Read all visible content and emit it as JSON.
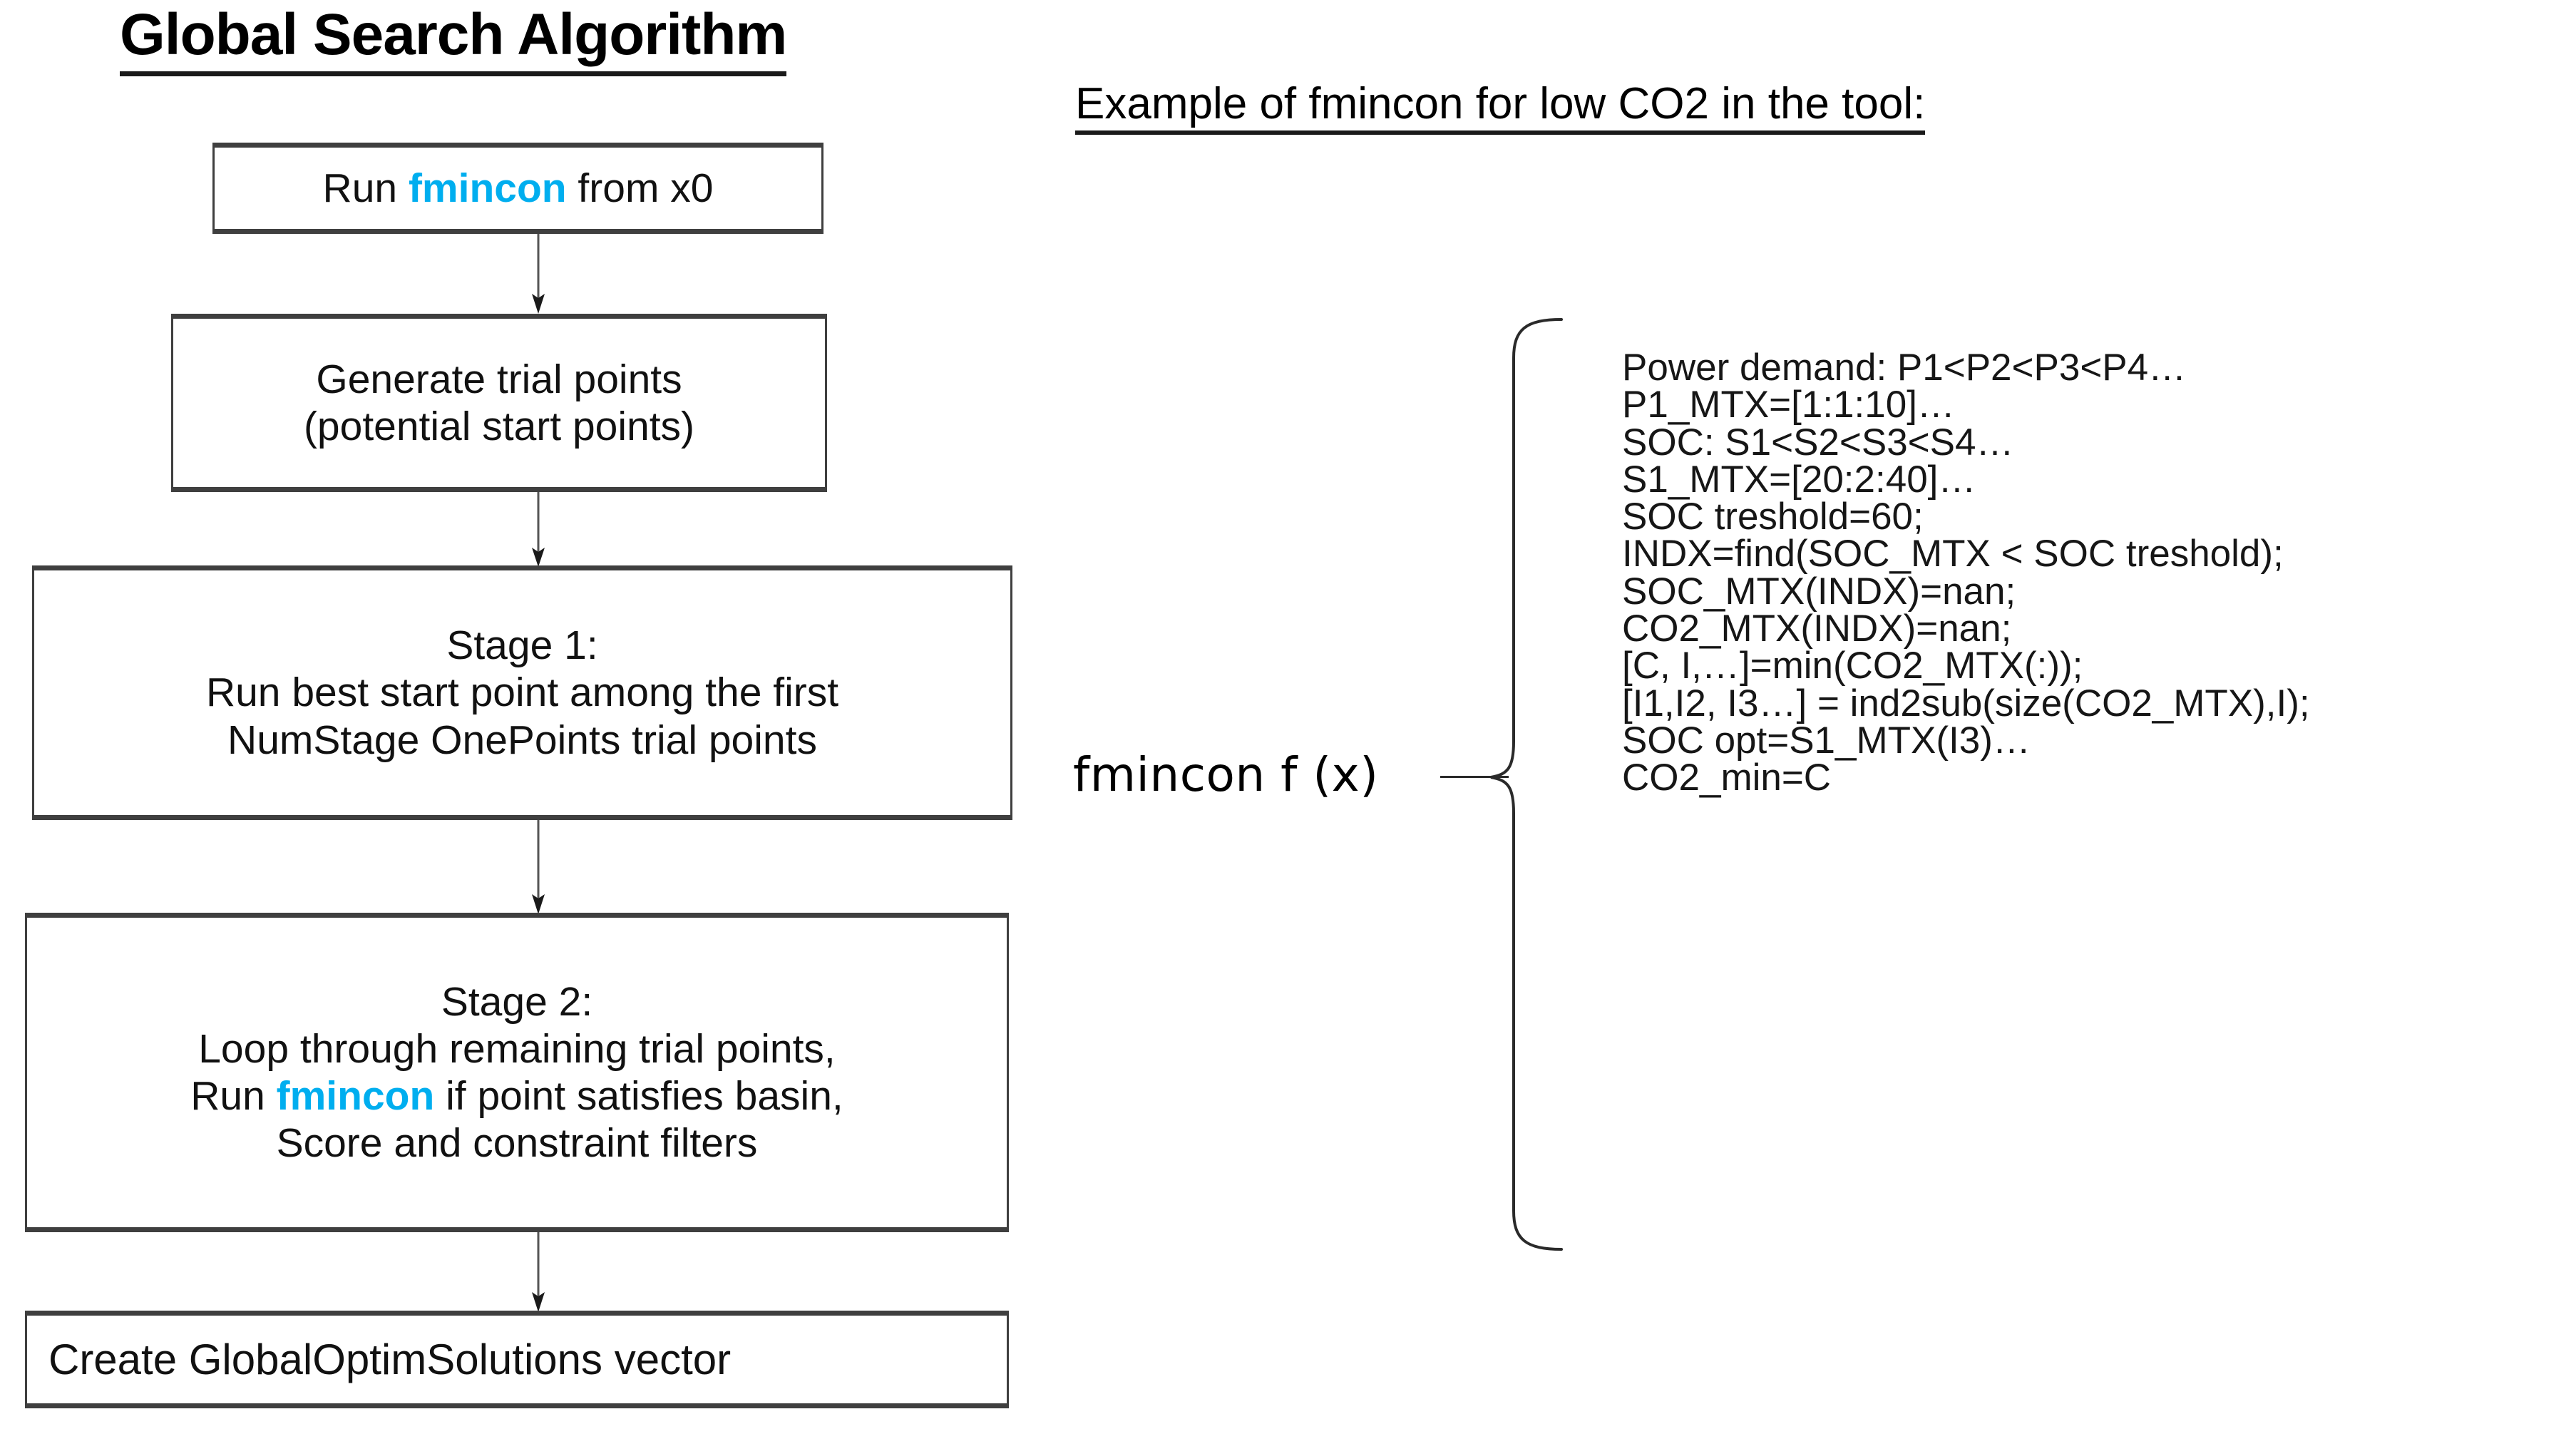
{
  "left_panel": {
    "title": "Global Search Algorithm",
    "flow_nodes": [
      {
        "id": "run-fmincon",
        "pre": "Run ",
        "keyword": "fmincon",
        "post": " from x0"
      },
      {
        "id": "generate-trial-points",
        "line1": "Generate trial points",
        "line2": "(potential start points)"
      },
      {
        "id": "stage-1",
        "line1": "Stage 1:",
        "line2": "Run best start point among the first",
        "line3": "NumStage OnePoints trial points"
      },
      {
        "id": "stage-2",
        "line1": "Stage 2:",
        "line2": "Loop through remaining trial points,",
        "line3_pre": "Run ",
        "line3_keyword": "fmincon",
        "line3_post": " if point satisfies basin,",
        "line4": "Score and constraint filters"
      },
      {
        "id": "create-vector",
        "line1": "Create GlobalOptimSolutions vector"
      }
    ]
  },
  "right_panel": {
    "title": "Example of fmincon for low CO2 in the tool:",
    "function_label": "fmincon f (x)",
    "code_lines": [
      "Power demand: P1<P2<P3<P4…",
      "P1_MTX=[1:1:10]…",
      "SOC: S1<S2<S3<S4…",
      "S1_MTX=[20:2:40]…",
      "SOC  treshold=60;",
      "INDX=find(SOC_MTX < SOC  treshold);",
      "SOC_MTX(INDX)=nan;",
      "CO2_MTX(INDX)=nan;",
      "[C, I,…]=min(CO2_MTX(:));",
      "[I1,I2, I3…] = ind2sub(size(CO2_MTX),I);",
      "SOC  opt=S1_MTX(I3)…",
      "CO2_min=C"
    ]
  },
  "colors": {
    "accent_blue": "#00AEEF",
    "box_border": "#3f3f3f",
    "text": "#111111",
    "background": "#ffffff"
  }
}
